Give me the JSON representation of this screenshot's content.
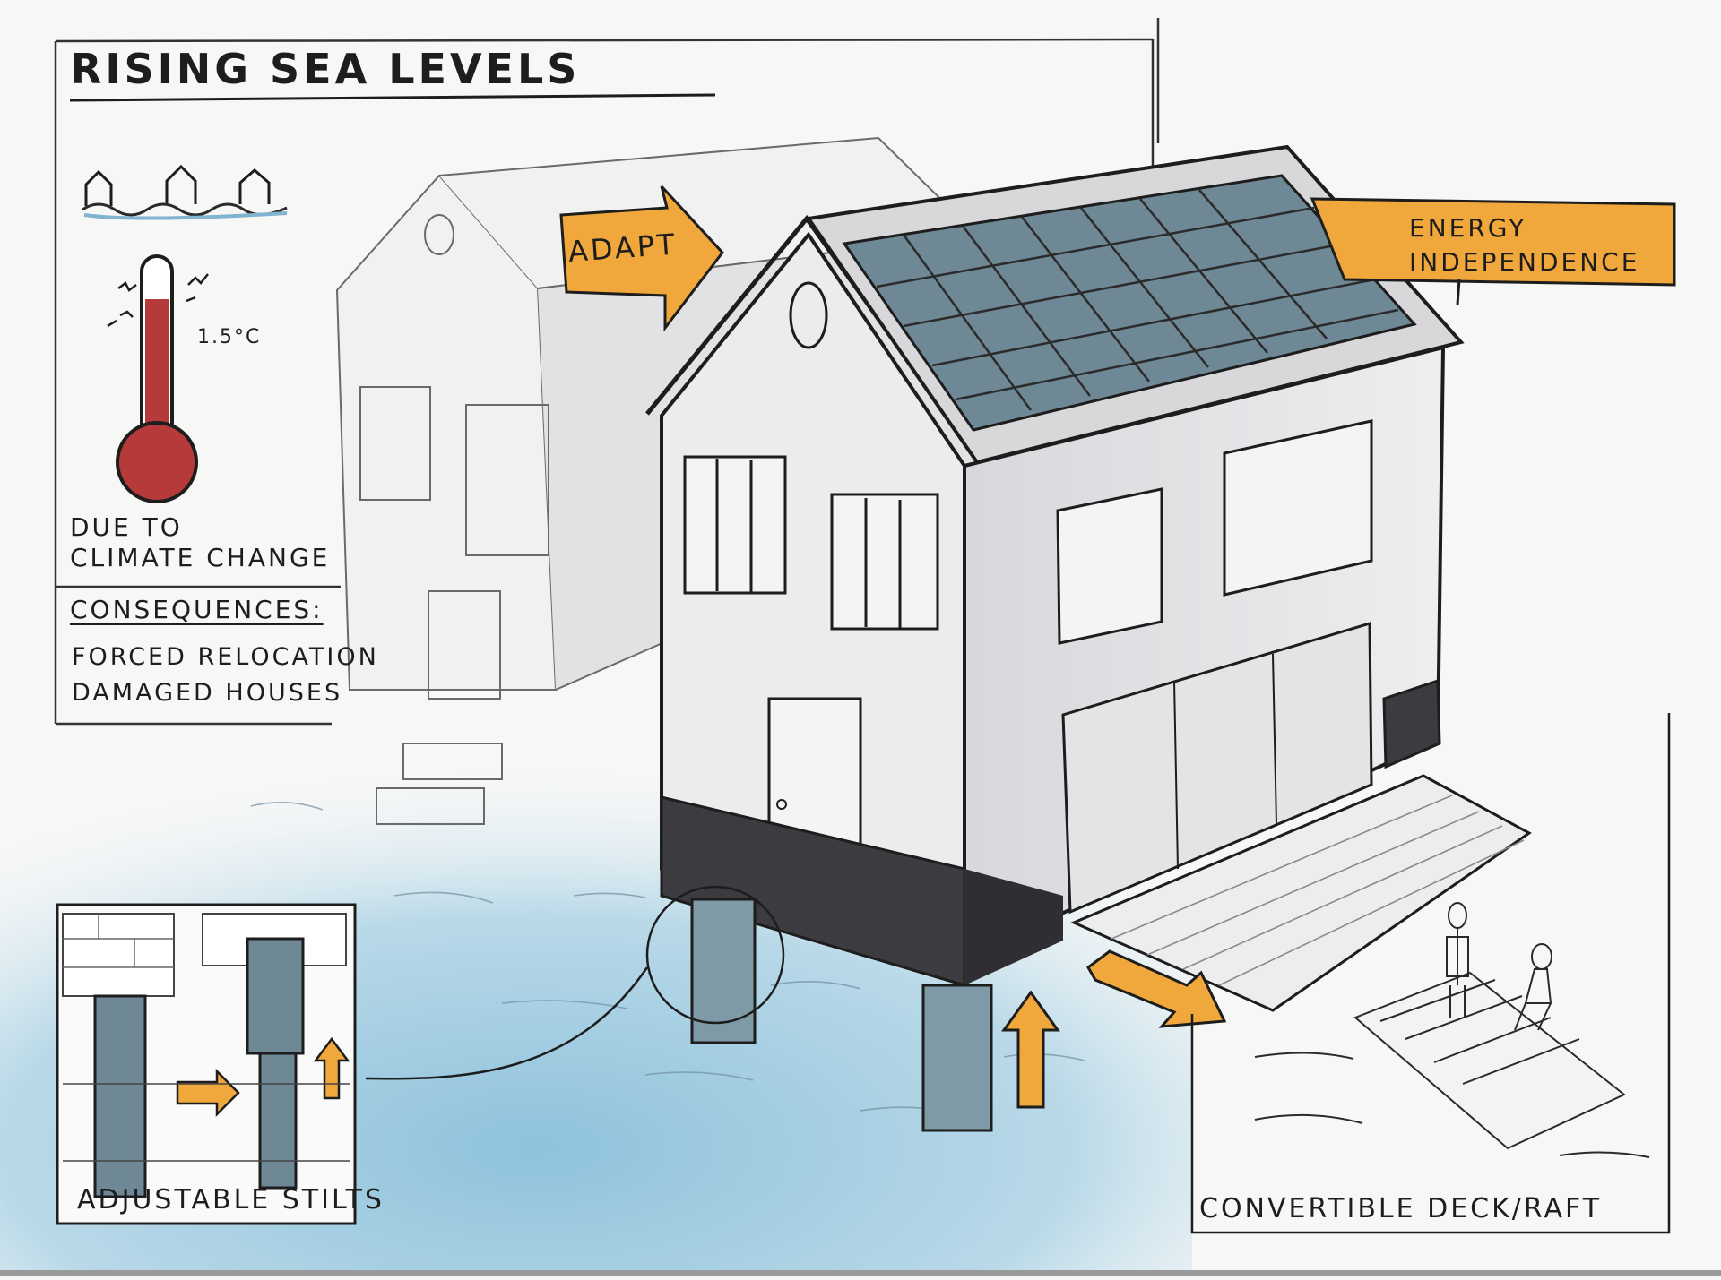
{
  "title": "RISING SEA LEVELS",
  "thermometer": {
    "label": "1.5°C"
  },
  "cause": {
    "line1": "DUE TO",
    "line2": "CLIMATE CHANGE"
  },
  "consequences": {
    "heading": "CONSEQUENCES:",
    "items": [
      "FORCED RELOCATION",
      "DAMAGED HOUSES"
    ]
  },
  "adapt_arrow": {
    "label": "ADAPT"
  },
  "energy_banner": {
    "line1": "ENERGY",
    "line2": "INDEPENDENCE"
  },
  "stilts_inset": {
    "caption": "ADJUSTABLE STILTS"
  },
  "deck_inset": {
    "caption": "CONVERTIBLE DECK/RAFT"
  },
  "colors": {
    "water": "#a9cfe0",
    "orange": "#f0a83c",
    "solar_panel": "#6f8896",
    "wall": "#e6e6e8",
    "base_dark": "#3c3c40",
    "thermometer_red": "#b63a3a",
    "outline": "#1d1d1d"
  }
}
